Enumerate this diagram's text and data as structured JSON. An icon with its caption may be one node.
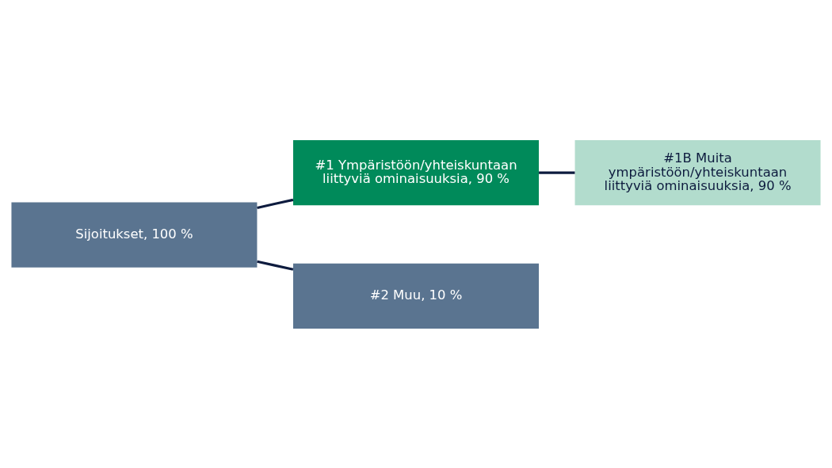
{
  "diagram": {
    "nodes": [
      {
        "text": [
          "Sijoitukset, 100 %"
        ]
      },
      {
        "text": [
          "#1 Ympäristöön/yhteiskuntaan liittyviä ominaisuuksia, 90 %"
        ]
      },
      {
        "text": [
          "#1B Muita ympäristöön/yhteiskuntaan liittyviä ominaisuuksia, 90 %"
        ]
      },
      {
        "text": [
          "#2 Muu, 10 %"
        ]
      }
    ],
    "edges": [
      {
        "from": 0,
        "to": 1,
        "arrow": "none"
      },
      {
        "from": 1,
        "to": 2,
        "arrow": "none"
      },
      {
        "from": 0,
        "to": 3,
        "arrow": "none"
      }
    ]
  }
}
